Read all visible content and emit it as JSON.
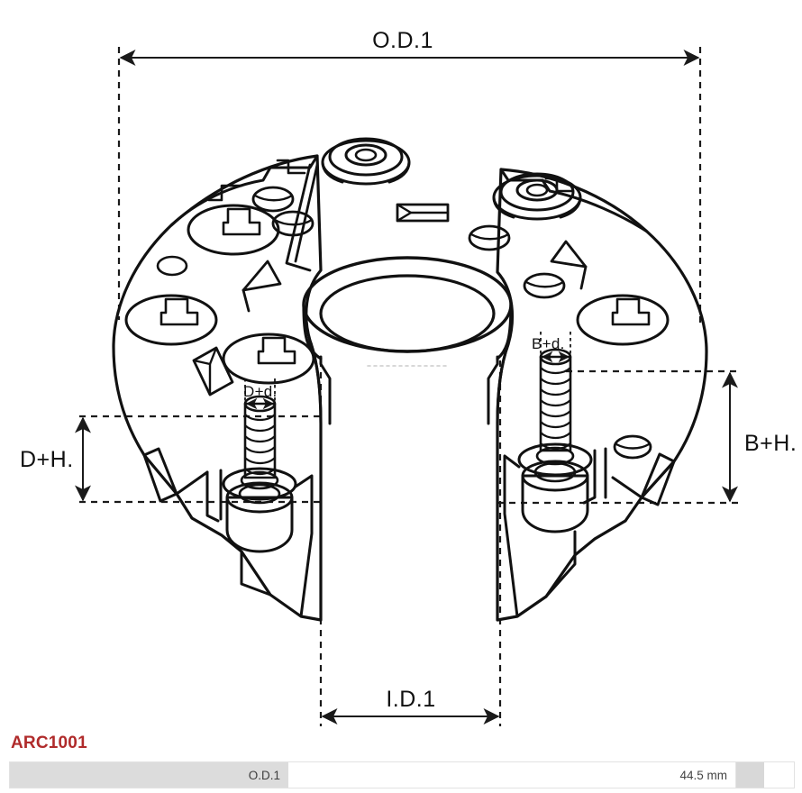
{
  "part": {
    "code": "ARC1001"
  },
  "drawing": {
    "title": "Alternator rectifier dimension drawing",
    "line_color": "#111111",
    "dimension_color": "#1a1a1a",
    "dimensions": {
      "od1": "O.D.1",
      "id1": "I.D.1",
      "d_plus_h": "D+H.",
      "d_plus_d": "D+d.",
      "b_plus_h": "B+H.",
      "b_plus_d": "B+d."
    }
  },
  "spec_table": {
    "accent_color": "#b02b2b",
    "rows": [
      {
        "label": "O.D.1",
        "value": "44.5 mm"
      }
    ]
  }
}
